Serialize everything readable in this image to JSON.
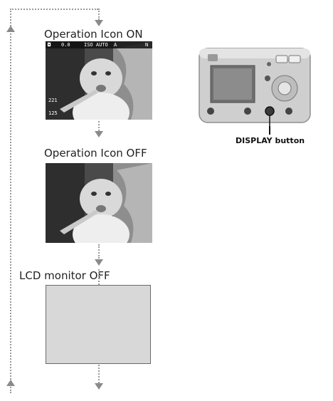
{
  "states": [
    {
      "label": "Operation Icon ON"
    },
    {
      "label": "Operation Icon OFF"
    },
    {
      "label": "LCD monitor OFF"
    }
  ],
  "hud": {
    "ev": "0.0",
    "iso": "ISO AUTO",
    "flash": "A",
    "quality": "N",
    "battery": "221",
    "card": "125"
  },
  "camera": {
    "callout": "DISPLAY button"
  },
  "colors": {
    "arrow": "#8a8a8a",
    "dotted_line": "#9a9a9a",
    "lcd_off": "#d8d8d8"
  }
}
